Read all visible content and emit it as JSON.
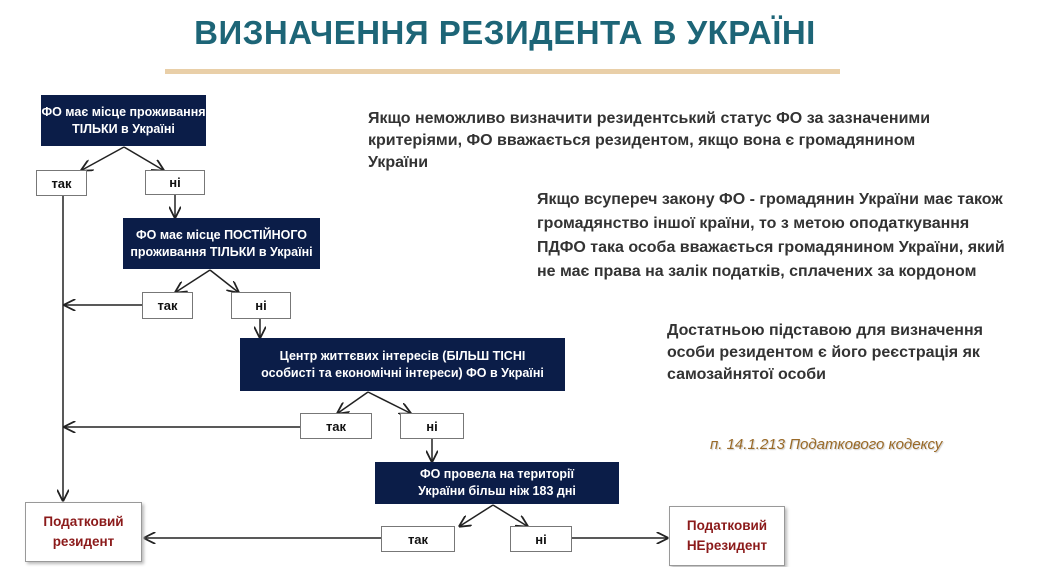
{
  "title": "ВИЗНАЧЕННЯ РЕЗИДЕНТА В УКРАЇНІ",
  "flow": {
    "q1": "ФО має місце проживання ТІЛЬКИ в Україні",
    "q2": "ФО має місце ПОСТІЙНОГО проживання ТІЛЬКИ в Україні",
    "q3": "Центр життєвих інтересів (БІЛЬШ ТІСНІ особисті та економічні інтереси) ФО в Україні",
    "q4": "ФО провела на території України більш ніж 183 дні",
    "yes": "так",
    "no": "ні",
    "resident": "Податковий резидент",
    "nonresident": "Податковий НЕрезидент"
  },
  "notes": [
    "Якщо неможливо визначити резидентський статус ФО за зазначеними критеріями, ФО вважається резидентом, якщо вона є громадянином України",
    "Якщо всупереч закону ФО - громадянин України має також громадянство іншої країни, то з метою оподаткування ПДФО така особа вважається громадянином України, який не має права на залік податків, сплачених за кордоном",
    "Достатньою підставою для визначення особи резидентом є його реєстрація як самозайнятої особи"
  ],
  "citation": "п. 14.1.213 Податкового кодексу"
}
